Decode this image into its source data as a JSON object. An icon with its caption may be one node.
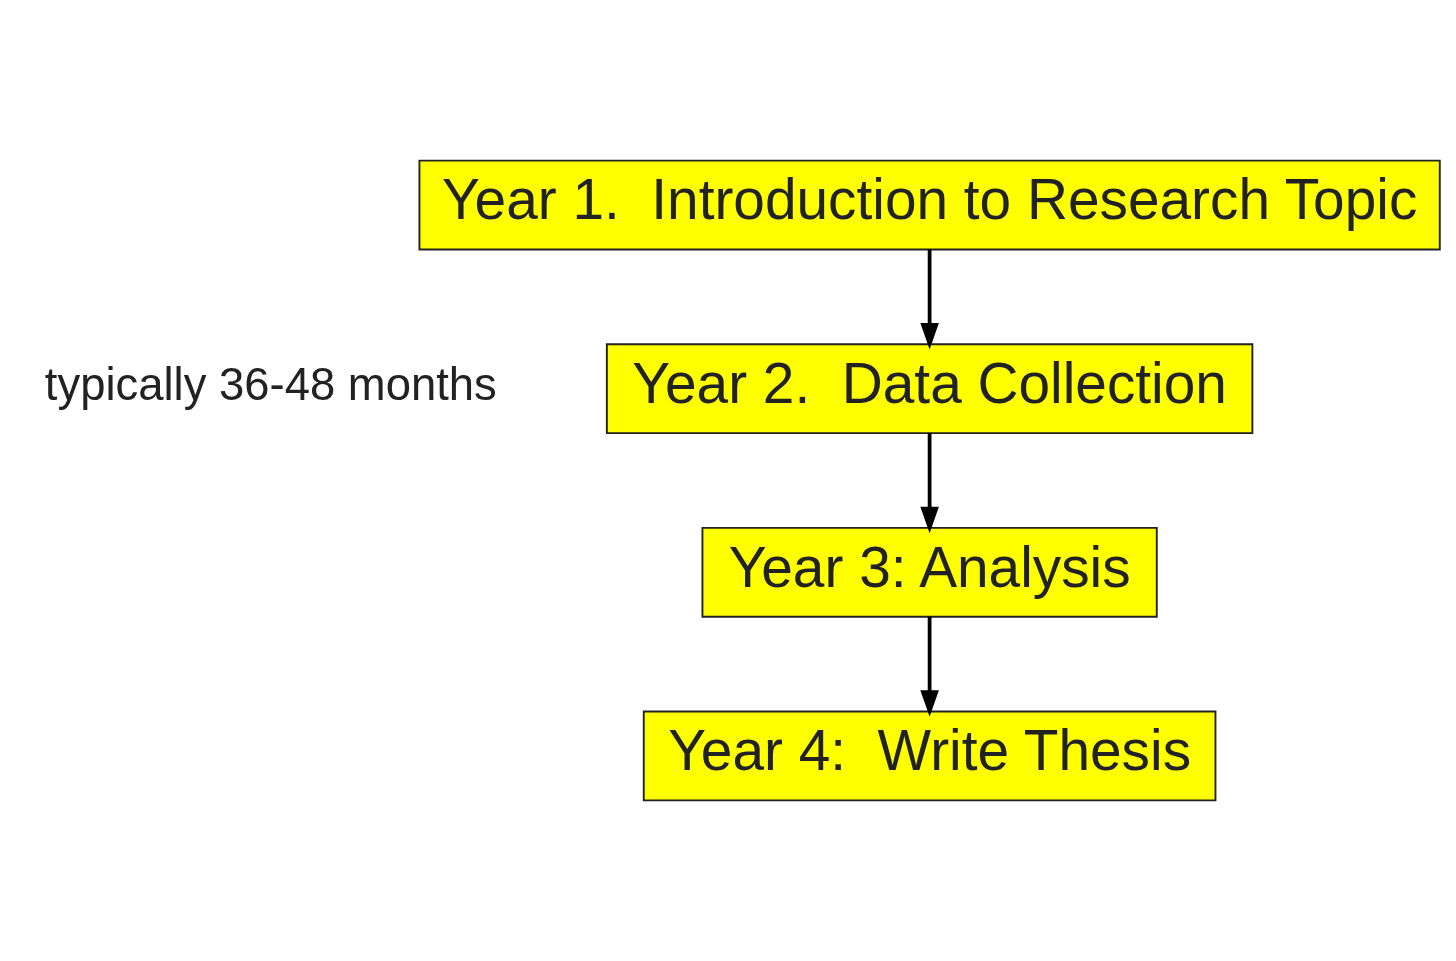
{
  "diagram": {
    "nodes": [
      {
        "text": [
          "Year 1.  Introduction to Research Topic"
        ]
      },
      {
        "text": [
          "Year 2.  Data Collection"
        ]
      },
      {
        "text": [
          "Year 3: Analysis"
        ]
      },
      {
        "text": [
          "Year 4:  Write Thesis"
        ]
      }
    ],
    "edges": [
      {
        "from": 0,
        "to": 1,
        "arrow": "to"
      },
      {
        "from": 1,
        "to": 2,
        "arrow": "to"
      },
      {
        "from": 2,
        "to": 3,
        "arrow": "to"
      }
    ],
    "labels": [
      "typically 36-48 months"
    ]
  }
}
